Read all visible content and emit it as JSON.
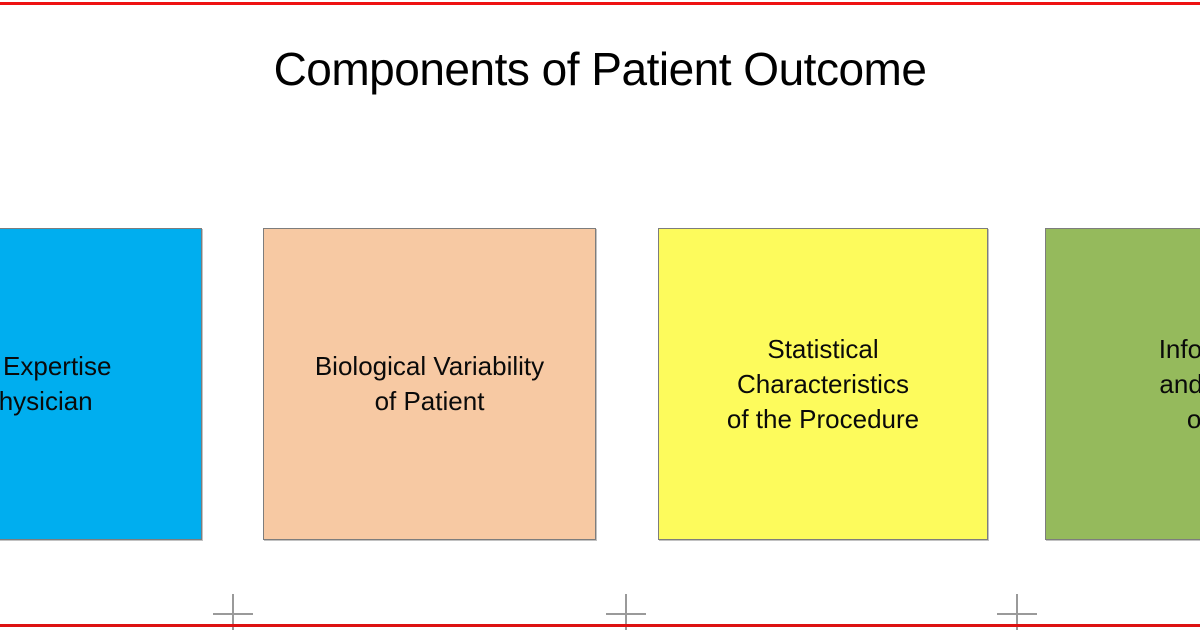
{
  "slide": {
    "title": "Components of Patient Outcome",
    "background_color": "#ffffff",
    "rule_color": "#ee1111",
    "operator_symbol": "+"
  },
  "diagram": {
    "type": "additive-component-row",
    "operator": "+",
    "nodes": [
      {
        "id": "clinical-expertise",
        "line1": "cal Expertise",
        "line2": "Physician",
        "full_text": "cal Expertise Physician",
        "color": "#00aeef",
        "color_name": "blue",
        "clipped": "left"
      },
      {
        "id": "biological-variability",
        "line1": "Biological Variability",
        "line2": "of Patient",
        "full_text": "Biological Variability of Patient",
        "color": "#f7c9a3",
        "color_name": "peach",
        "clipped": "none"
      },
      {
        "id": "statistical-characteristics",
        "line1": "Statistical",
        "line2": "Characteristics",
        "line3": "of the Procedure",
        "full_text": "Statistical Characteristics of the Procedure",
        "color": "#fdfb5c",
        "color_name": "yellow",
        "clipped": "none"
      },
      {
        "id": "informed-consent",
        "line1": "Informed",
        "line2": "and Risk",
        "line3": "of P",
        "full_text": "Informed and Risk of P",
        "color": "#95ba5c",
        "color_name": "green",
        "clipped": "right"
      }
    ]
  }
}
